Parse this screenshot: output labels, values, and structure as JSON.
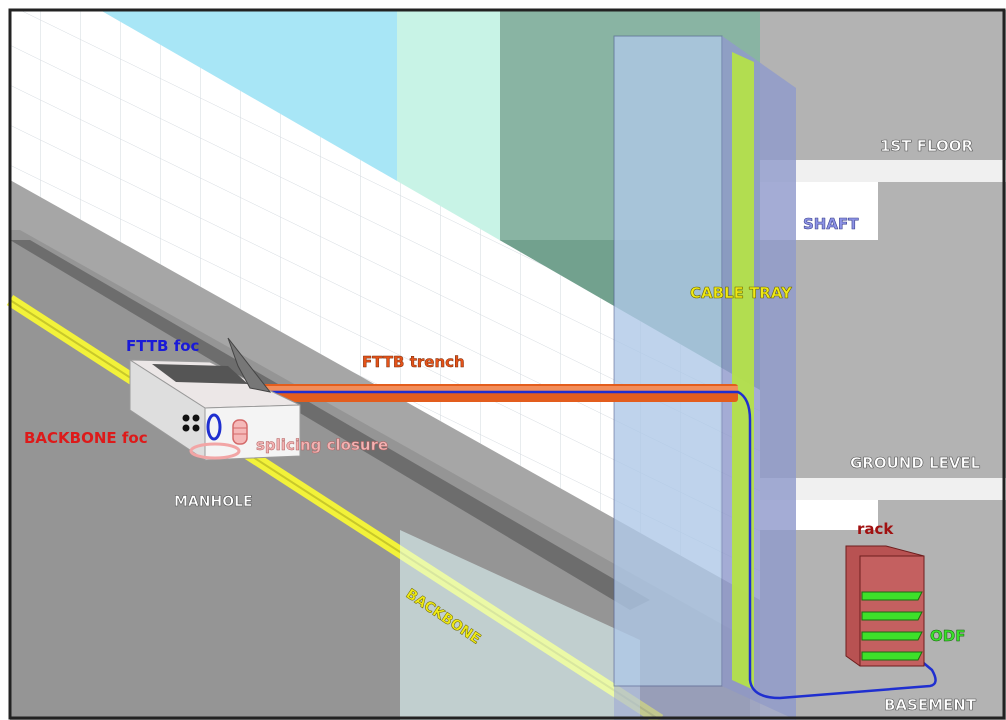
{
  "labels": {
    "first_floor": "1ST FLOOR",
    "shaft": "SHAFT",
    "cable_tray": "CABLE TRAY",
    "fttb_foc": "FTTB foc",
    "fttb_trench": "FTTB trench",
    "backbone_foc": "BACKBONE foc",
    "splicing_closure": "splicing closure",
    "manhole": "MANHOLE",
    "ground_level": "GROUND LEVEL",
    "rack": "rack",
    "odf": "ODF",
    "backbone": "BACKBONE",
    "basement": "BASEMENT"
  },
  "colors": {
    "sky": "#a8e6f6",
    "ground": "#a6a6a6",
    "building_wall": "#6f9e8c",
    "shaft": "#9aa6d6",
    "cable_tray": "#b4e04a",
    "backbone_cable": "#f2f23a",
    "fttb_trench": "#e35d1d",
    "fttb_foc": "#1f2fd0",
    "rack": "#b85252",
    "odf": "#3ee02a",
    "label_white": "#ffffff",
    "label_blue": "#1a1ad8",
    "label_red": "#dd1a1a",
    "label_orange": "#e5541a",
    "label_yellow": "#f0ea14",
    "label_lavender": "#8e94e6",
    "label_pink": "#f3b3b3",
    "label_dark_red": "#a01010",
    "label_green": "#3ae02a"
  }
}
